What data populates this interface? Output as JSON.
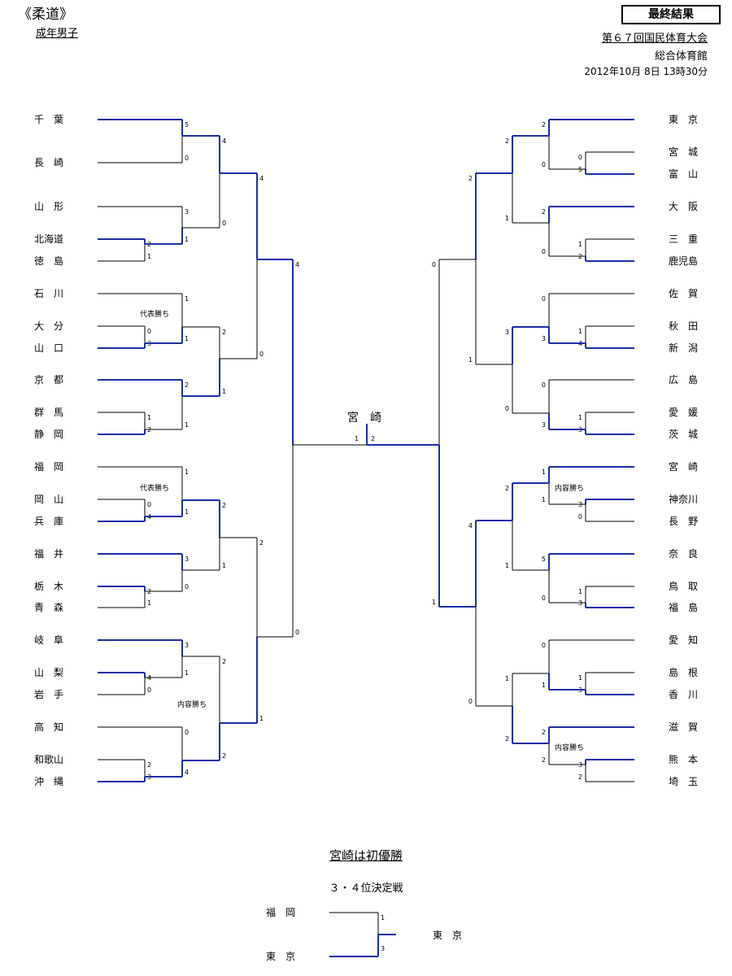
{
  "header": {
    "title": "《柔道》",
    "subtitle": "成年男子",
    "status": "最終結果",
    "event": "第６７回国民体育大会",
    "venue": "総合体育館",
    "datetime": "2012年10月  8日  13時30分"
  },
  "colors": {
    "winner_line": "#1c2fa8",
    "loser_line": "#000000"
  },
  "left_teams": [
    "千　葉",
    "長　崎",
    "山　形",
    "北海道",
    "徳　島",
    "石　川",
    "大　分",
    "山　口",
    "京　都",
    "群　馬",
    "静　岡",
    "福　岡",
    "岡　山",
    "兵　庫",
    "福　井",
    "栃　木",
    "青　森",
    "岐　阜",
    "山　梨",
    "岩　手",
    "高　知",
    "和歌山",
    "沖　縄"
  ],
  "right_teams": [
    "東　京",
    "宮　城",
    "富　山",
    "大　阪",
    "三　重",
    "鹿児島",
    "佐　賀",
    "秋　田",
    "新　潟",
    "広　島",
    "愛　媛",
    "茨　城",
    "宮　崎",
    "神奈川",
    "長　野",
    "奈　良",
    "鳥　取",
    "福　島",
    "愛　知",
    "島　根",
    "香　川",
    "滋　賀",
    "熊　本",
    "埼　玉"
  ],
  "left_scores": {
    "r1": [
      [
        "2",
        "1"
      ],
      [
        "0",
        "3"
      ],
      [
        "1",
        "2"
      ],
      [
        "0",
        "4"
      ],
      [
        "2",
        "1"
      ],
      [
        "4",
        "0"
      ],
      [
        "2",
        "3"
      ]
    ],
    "r2": [
      [
        "5",
        "0"
      ],
      [
        "3",
        "1"
      ],
      [
        "1",
        "1"
      ],
      [
        "2",
        "1"
      ],
      [
        "1",
        "1"
      ],
      [
        "3",
        "0"
      ],
      [
        "3",
        "1"
      ],
      [
        "0",
        "4"
      ]
    ],
    "r3": [
      [
        "4",
        "0"
      ],
      [
        "2",
        "1"
      ],
      [
        "2",
        "1"
      ],
      [
        "2",
        "2"
      ]
    ],
    "r4": [
      [
        "4",
        "0"
      ],
      [
        "2",
        "1"
      ]
    ],
    "r5": [
      "4",
      "0"
    ]
  },
  "right_scores": {
    "r1": [
      [
        "0",
        "5"
      ],
      [
        "1",
        "2"
      ],
      [
        "1",
        "4"
      ],
      [
        "1",
        "3"
      ],
      [
        "3",
        "0"
      ],
      [
        "1",
        "3"
      ],
      [
        "1",
        "3"
      ],
      [
        "3",
        "2"
      ]
    ],
    "r2": [
      [
        "2",
        "0"
      ],
      [
        "2",
        "0"
      ],
      [
        "0",
        "3"
      ],
      [
        "0",
        "3"
      ],
      [
        "1",
        "1"
      ],
      [
        "5",
        "0"
      ],
      [
        "0",
        "1"
      ],
      [
        "2",
        "2"
      ]
    ],
    "r3": [
      [
        "2",
        "1"
      ],
      [
        "3",
        "0"
      ],
      [
        "2",
        "1"
      ],
      [
        "1",
        "2"
      ]
    ],
    "r4": [
      [
        "2",
        "1"
      ],
      [
        "4",
        "0"
      ]
    ],
    "r5": [
      "0",
      "1"
    ]
  },
  "notes": {
    "daihyo": "代表勝ち",
    "naiyo": "内容勝ち"
  },
  "final": {
    "champion": "宮　崎",
    "score_left": "1",
    "score_right": "2"
  },
  "summary": "宮崎は初優勝",
  "third_place": {
    "title": "３・４位決定戦",
    "team_top": "福　岡",
    "team_bottom": "東　京",
    "score_top": "1",
    "score_bottom": "3",
    "winner": "東　京"
  }
}
